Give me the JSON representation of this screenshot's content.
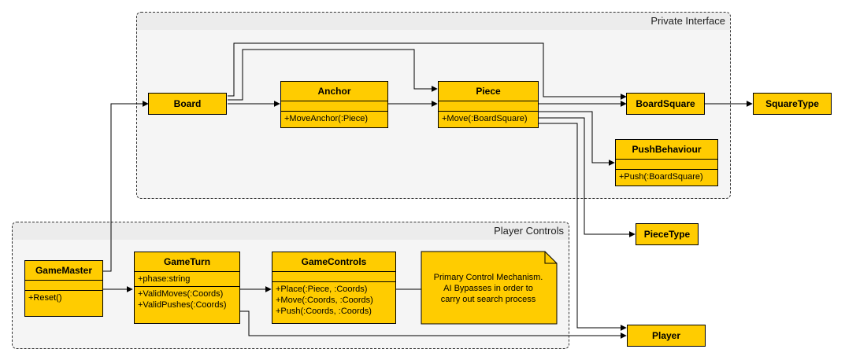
{
  "groups": {
    "private": "Private Interface",
    "player": "Player Controls"
  },
  "nodes": {
    "board": "Board",
    "anchor": {
      "name": "Anchor",
      "attributes": [],
      "methods": [
        "+MoveAnchor(:Piece)"
      ]
    },
    "piece": {
      "name": "Piece",
      "attributes": [],
      "methods": [
        "+Move(:BoardSquare)"
      ]
    },
    "boardsquare": "BoardSquare",
    "squaretype": "SquareType",
    "pushbehaviour": {
      "name": "PushBehaviour",
      "attributes": [],
      "methods": [
        "+Push(:BoardSquare)"
      ]
    },
    "piecetype": "PieceType",
    "player": "Player",
    "gamemaster": {
      "name": "GameMaster",
      "attributes": [],
      "methods": [
        "+Reset()"
      ]
    },
    "gameturn": {
      "name": "GameTurn",
      "attributes": [
        "+phase:string"
      ],
      "methods": [
        "+ValidMoves(:Coords)",
        "+ValidPushes(:Coords)"
      ]
    },
    "gamecontrols": {
      "name": "GameControls",
      "attributes": [],
      "methods": [
        "+Place(:Piece, :Coords)",
        "+Move(:Coords, :Coords)",
        "+Push(:Coords, :Coords)"
      ]
    }
  },
  "note": [
    "Primary Control Mechanism.",
    "AI Bypasses in order to",
    "carry out search process"
  ],
  "colors": {
    "node_fill": "#ffcc00",
    "group_fill": "#f5f5f5",
    "line": "#000000"
  }
}
